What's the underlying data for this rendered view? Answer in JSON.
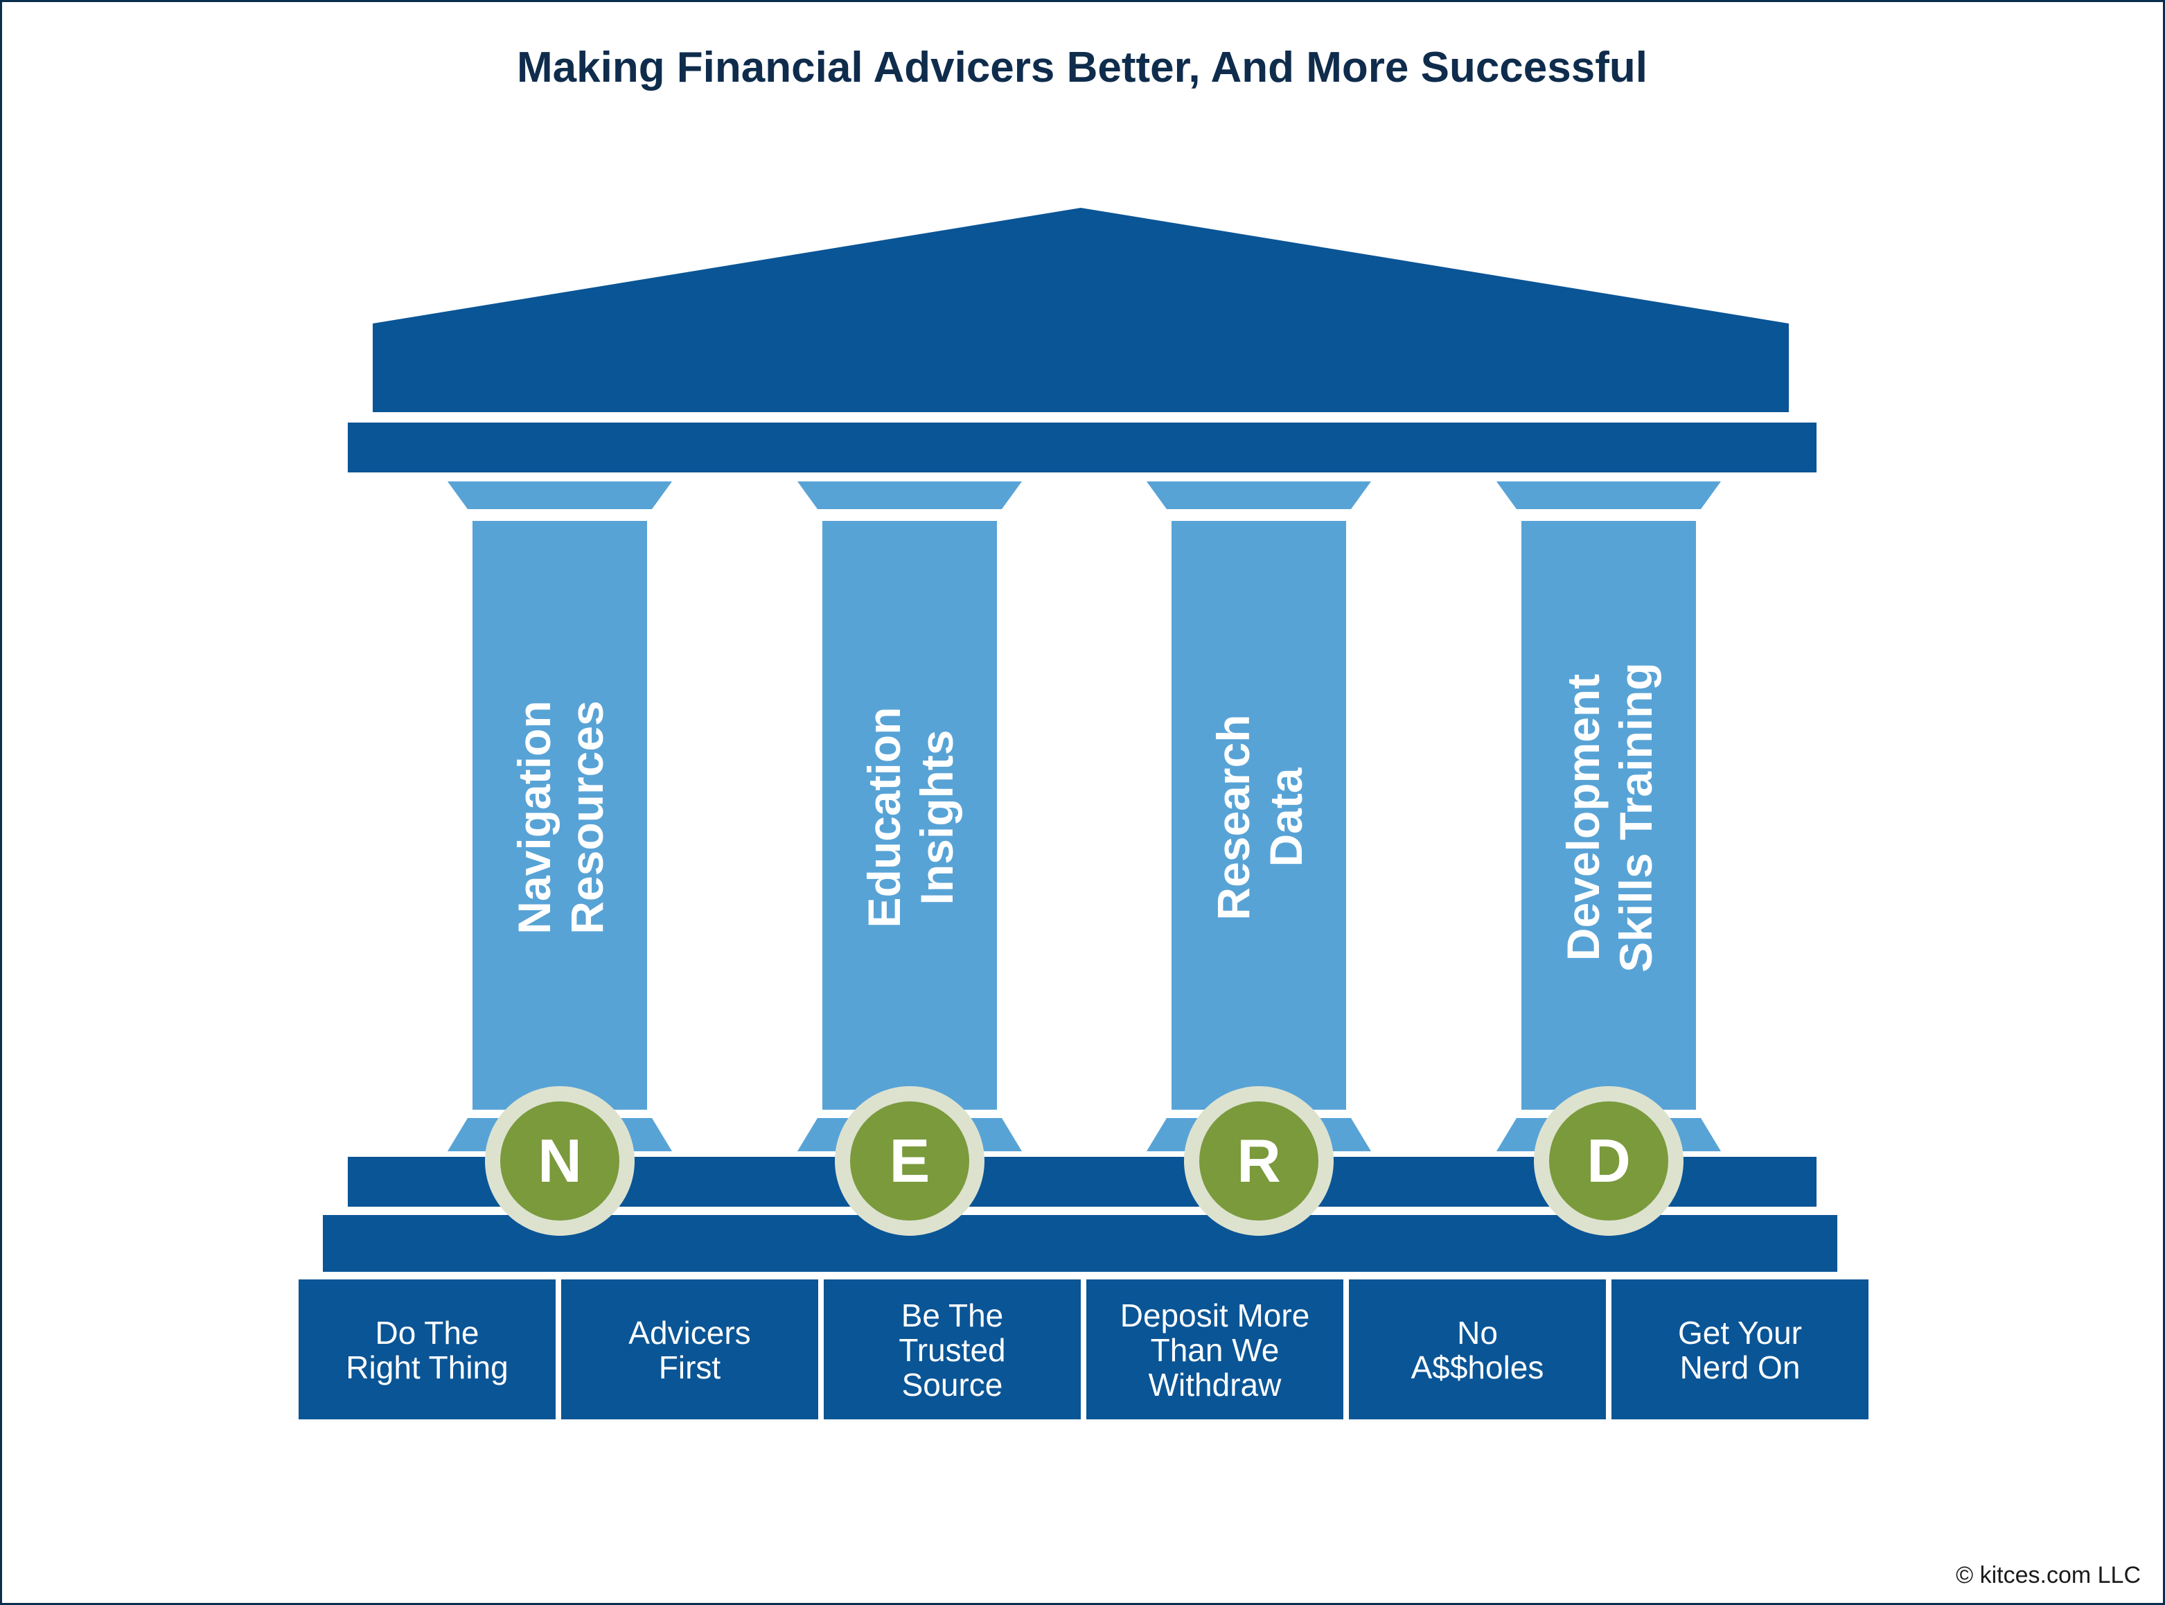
{
  "title": "Making Financial Advicers Better, And More Successful",
  "colors": {
    "navy": "#0a5596",
    "light_blue": "#58a3d6",
    "green": "#7a9a3c",
    "ring": "#dde2cf",
    "title": "#0f2c4c",
    "border": "#0b2e4f",
    "white": "#ffffff"
  },
  "pillars": [
    {
      "letter": "N",
      "line1": "Navigation",
      "line2": "Resources"
    },
    {
      "letter": "E",
      "line1": "Education",
      "line2": "Insights"
    },
    {
      "letter": "R",
      "line1": "Research",
      "line2": "Data"
    },
    {
      "letter": "D",
      "line1": "Development",
      "line2": "Skills Training"
    }
  ],
  "foundation": [
    {
      "lines": [
        "Do The",
        "Right Thing"
      ]
    },
    {
      "lines": [
        "Advicers",
        "First"
      ]
    },
    {
      "lines": [
        "Be The",
        "Trusted",
        "Source"
      ]
    },
    {
      "lines": [
        "Deposit More",
        "Than We",
        "Withdraw"
      ]
    },
    {
      "lines": [
        "No",
        "A$$holes"
      ]
    },
    {
      "lines": [
        "Get Your",
        "Nerd On"
      ]
    }
  ],
  "copyright": "© kitces.com LLC"
}
